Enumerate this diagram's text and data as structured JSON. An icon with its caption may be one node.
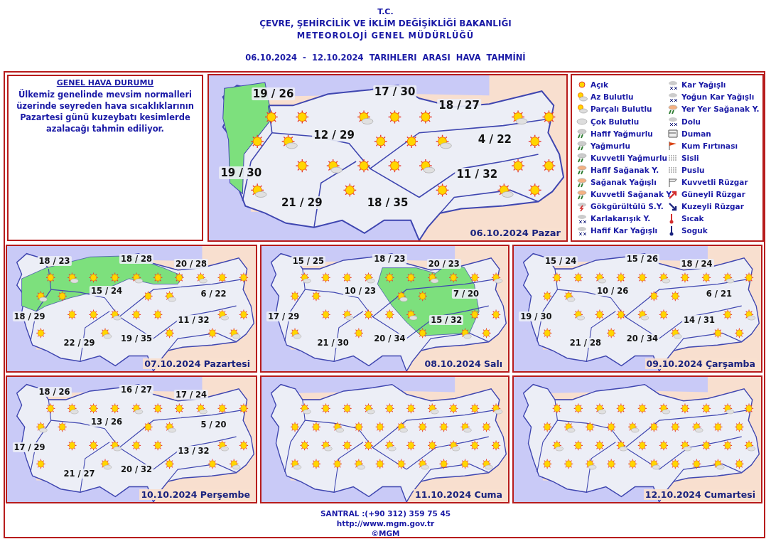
{
  "diagram": {
    "title": "06.10.2024 - 12.10.2024 TARIHLERI ARASI HAVA TAHMİNİ",
    "nodes": [
      {
        "text": [
          "GENEL HAVA DURUMU",
          "Ülkemiz genelinde mevsim normalleri üzerinde seyreden hava sıcaklıklarının Pazartesi günü kuzeybatı kesimlerde azalacağı tahmin ediliyor."
        ]
      },
      {
        "text": [
          "19 / 26",
          "17 / 30",
          "18 / 27",
          "12 / 29",
          "4 / 22",
          "19 / 30",
          "11 / 32",
          "21 / 29",
          "18 / 35",
          "06.10.2024 Pazar"
        ]
      },
      {
        "text": [
          "18 / 23",
          "18 / 28",
          "20 / 28",
          "15 / 24",
          "6 / 22",
          "18 / 29",
          "11 / 32",
          "22 / 29",
          "19 / 35",
          "07.10.2024 Pazartesi"
        ]
      },
      {
        "text": [
          "15 / 25",
          "18 / 23",
          "20 / 23",
          "10 / 23",
          "7 / 20",
          "17 / 29",
          "15 / 32",
          "21 / 30",
          "20 / 34",
          "08.10.2024 Salı"
        ]
      },
      {
        "text": [
          "15 / 24",
          "15 / 26",
          "18 / 24",
          "10 / 26",
          "6 / 21",
          "19 / 30",
          "14 / 31",
          "21 / 28",
          "20 / 34",
          "09.10.2024 Çarşamba"
        ]
      },
      {
        "text": [
          "18 / 26",
          "16 / 27",
          "17 / 24",
          "13 / 26",
          "5 / 20",
          "17 / 29",
          "13 / 32",
          "21 / 27",
          "20 / 32",
          "10.10.2024 Perşembe"
        ]
      },
      {
        "text": [
          "11.10.2024 Cuma"
        ]
      },
      {
        "text": [
          "12.10.2024 Cumartesi"
        ]
      }
    ],
    "labels": [
      "T.C.",
      "ÇEVRE, ŞEHİRCİLİK VE İKLİM DEĞİŞİKLİĞİ BAKANLIĞI",
      "METEOROLOJİ GENEL MÜDÜRLÜĞÜ",
      "SANTRAL :(+90 312) 359 75 45",
      "http://www.mgm.gov.tr",
      "©MGM"
    ],
    "legend": [
      {
        "text": "Açık"
      },
      {
        "text": "Az Bulutlu"
      },
      {
        "text": "Parçalı Bulutlu"
      },
      {
        "text": "Çok Bulutlu"
      },
      {
        "text": "Hafif Yağmurlu"
      },
      {
        "text": "Yağmurlu"
      },
      {
        "text": "Kuvvetli Yağmurlu"
      },
      {
        "text": "Hafif Sağanak Y."
      },
      {
        "text": "Sağanak Yağışlı"
      },
      {
        "text": "Kuvvetli Sağanak Y"
      },
      {
        "text": "Gökgürültülü S.Y."
      },
      {
        "text": "Karlakarışık Y."
      },
      {
        "text": "Hafif Kar Yağışlı"
      },
      {
        "text": "Kar Yağışlı"
      },
      {
        "text": "Yoğun Kar Yağışlı"
      },
      {
        "text": "Yer Yer Sağanak Y."
      },
      {
        "text": "Dolu"
      },
      {
        "text": "Duman"
      },
      {
        "text": "Kum Fırtınası"
      },
      {
        "text": "Sisli"
      },
      {
        "text": "Puslu"
      },
      {
        "text": "Kuvvetli Rüzgar"
      },
      {
        "text": "Güneyli Rüzgar"
      },
      {
        "text": "Kuzeyli Rüzgar"
      },
      {
        "text": "Sıcak"
      },
      {
        "text": "Soguk"
      }
    ]
  }
}
